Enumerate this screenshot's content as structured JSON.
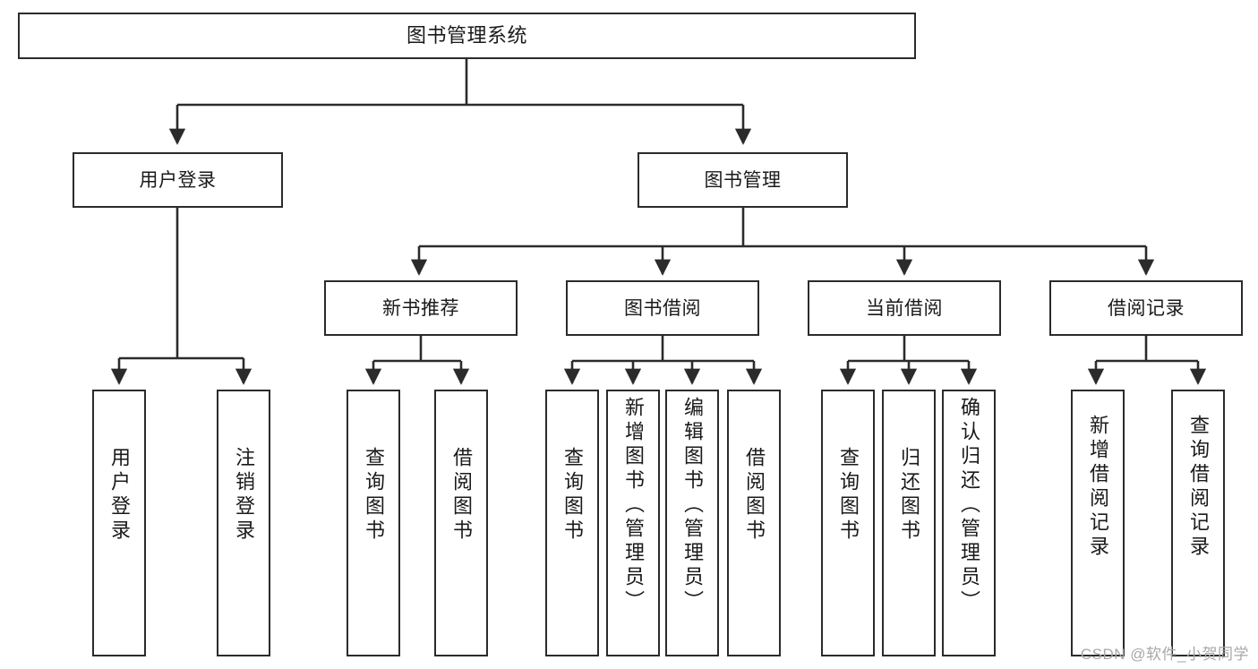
{
  "diagram": {
    "type": "tree-hierarchy",
    "title": "图书管理系统",
    "watermark": "CSDN @软件_小贺同学",
    "colors": {
      "stroke": "#2b2b2b",
      "fill": "#ffffff",
      "text": "#1a1a1a",
      "watermark": "#a8a8a8"
    },
    "nodes": {
      "root": {
        "label": "图书管理系统",
        "level": 1
      },
      "l2": [
        {
          "id": "user-login",
          "label": "用户登录",
          "level": 2
        },
        {
          "id": "book-manage",
          "label": "图书管理",
          "level": 2
        }
      ],
      "l3": [
        {
          "id": "new-book-rec",
          "label": "新书推荐",
          "level": 3,
          "parent": "book-manage"
        },
        {
          "id": "book-borrow",
          "label": "图书借阅",
          "level": 3,
          "parent": "book-manage"
        },
        {
          "id": "current-borrow",
          "label": "当前借阅",
          "level": 3,
          "parent": "book-manage"
        },
        {
          "id": "borrow-record",
          "label": "借阅记录",
          "level": 3,
          "parent": "book-manage"
        }
      ],
      "leaves": [
        {
          "id": "leaf-user-login",
          "label": "用户登录",
          "parent": "user-login"
        },
        {
          "id": "leaf-logout",
          "label": "注销登录",
          "parent": "user-login"
        },
        {
          "id": "leaf-query-book-rec",
          "label": "查询图书",
          "parent": "new-book-rec"
        },
        {
          "id": "leaf-borrow-book-rec",
          "label": "借阅图书",
          "parent": "new-book-rec"
        },
        {
          "id": "leaf-query-book-borrow",
          "label": "查询图书",
          "parent": "book-borrow"
        },
        {
          "id": "leaf-add-book-admin",
          "label": "新增图书（管理员）",
          "parent": "book-borrow"
        },
        {
          "id": "leaf-edit-book-admin",
          "label": "编辑图书（管理员）",
          "parent": "book-borrow"
        },
        {
          "id": "leaf-borrow-book",
          "label": "借阅图书",
          "parent": "book-borrow"
        },
        {
          "id": "leaf-query-book-current",
          "label": "查询图书",
          "parent": "current-borrow"
        },
        {
          "id": "leaf-return-book",
          "label": "归还图书",
          "parent": "current-borrow"
        },
        {
          "id": "leaf-confirm-return-admin",
          "label": "确认归还（管理员）",
          "parent": "current-borrow"
        },
        {
          "id": "leaf-add-borrow-record",
          "label": "新增借阅记录",
          "parent": "borrow-record"
        },
        {
          "id": "leaf-query-borrow-record",
          "label": "查询借阅记录",
          "parent": "borrow-record"
        }
      ]
    }
  }
}
